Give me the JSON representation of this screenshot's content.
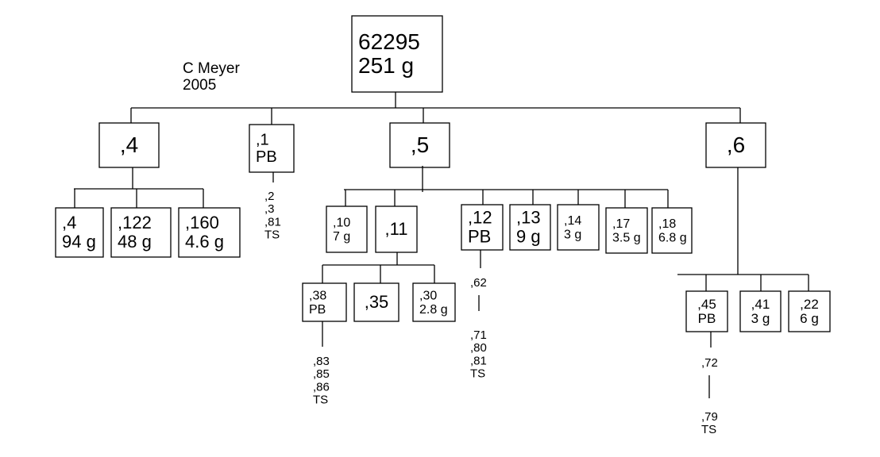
{
  "author": {
    "name": "C Meyer",
    "year": "2005"
  },
  "colors": {
    "line": "#000000",
    "text": "#000000",
    "background": "#ffffff"
  },
  "tree": {
    "root": {
      "id": "62295",
      "label": [
        "62295",
        "251 g"
      ]
    },
    "children": [
      {
        "id": ",4",
        "label": [
          ",4"
        ],
        "children": [
          {
            "id": ",4-sub",
            "label": [
              ",4",
              "94 g"
            ]
          },
          {
            "id": ",122",
            "label": [
              ",122",
              "48 g"
            ]
          },
          {
            "id": ",160",
            "label": [
              ",160",
              "4.6 g"
            ]
          }
        ]
      },
      {
        "id": ",1",
        "label": [
          ",1",
          "PB"
        ],
        "chain": [
          [
            ",2",
            ",3",
            ",81",
            "TS"
          ]
        ]
      },
      {
        "id": ",5",
        "label": [
          ",5"
        ],
        "children": [
          {
            "id": ",10",
            "label": [
              ",10",
              "7 g"
            ]
          },
          {
            "id": ",11",
            "label": [
              ",11"
            ],
            "children": [
              {
                "id": ",38",
                "label": [
                  ",38",
                  "PB"
                ],
                "chain": [
                  [
                    ",83",
                    ",85",
                    ",86",
                    "TS"
                  ]
                ]
              },
              {
                "id": ",35",
                "label": [
                  ",35"
                ]
              },
              {
                "id": ",30",
                "label": [
                  ",30",
                  "2.8 g"
                ]
              }
            ]
          },
          {
            "id": ",12",
            "label": [
              ",12",
              "PB"
            ],
            "chain": [
              [
                ",62"
              ],
              [
                ",71",
                ",80",
                ",81",
                "TS"
              ]
            ]
          },
          {
            "id": ",13",
            "label": [
              ",13",
              "9 g"
            ]
          },
          {
            "id": ",14",
            "label": [
              ",14",
              "3 g"
            ]
          },
          {
            "id": ",17",
            "label": [
              ",17",
              "3.5 g"
            ]
          },
          {
            "id": ",18",
            "label": [
              ",18",
              "6.8 g"
            ]
          }
        ]
      },
      {
        "id": ",6",
        "label": [
          ",6"
        ],
        "children": [
          {
            "id": ",45",
            "label": [
              ",45",
              "PB"
            ],
            "chain": [
              [
                ",72"
              ],
              [
                ",79",
                "TS"
              ]
            ]
          },
          {
            "id": ",41",
            "label": [
              ",41",
              "3 g"
            ]
          },
          {
            "id": ",22",
            "label": [
              ",22",
              "6 g"
            ]
          }
        ]
      }
    ]
  }
}
